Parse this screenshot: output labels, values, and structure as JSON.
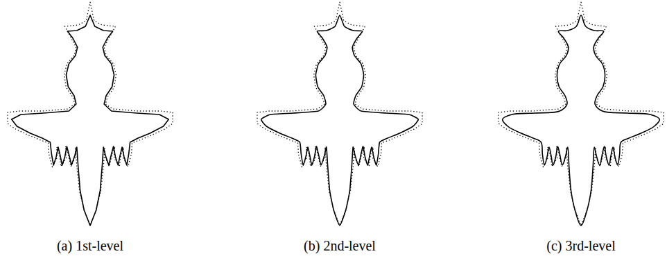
{
  "diagram": {
    "labels": [
      "(a) 1st-level",
      "(b) 2nd-level",
      "(c) 3rd-level"
    ]
  }
}
